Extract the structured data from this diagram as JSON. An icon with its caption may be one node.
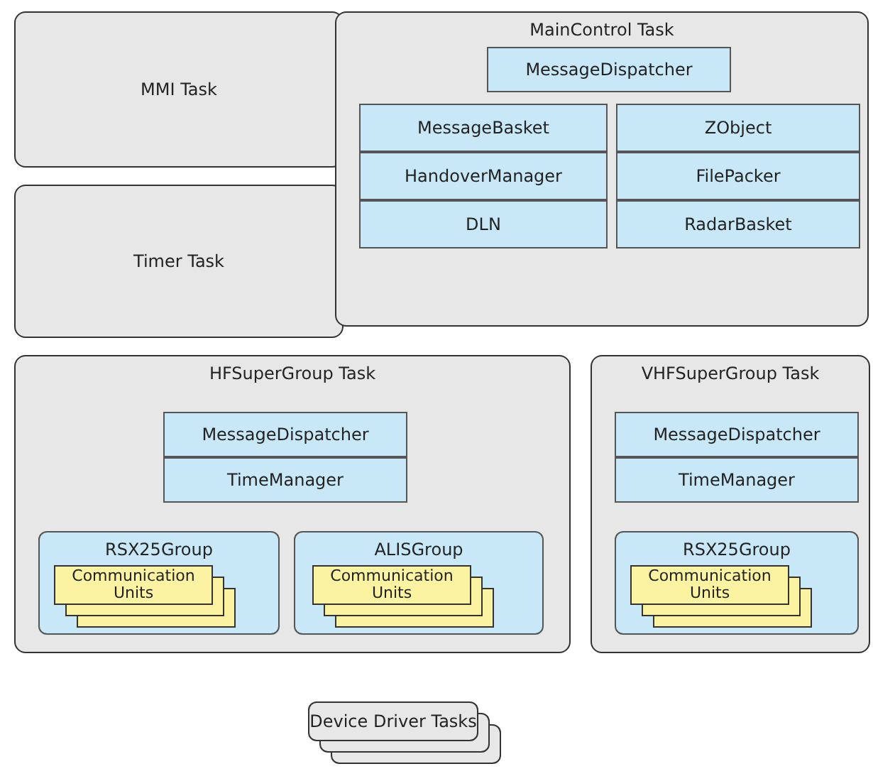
{
  "diagram": {
    "nodes": [
      {
        "text": [
          "MMI Task"
        ]
      },
      {
        "text": [
          "Timer Task"
        ]
      },
      {
        "text": [
          "MainControl Task"
        ]
      },
      {
        "text": [
          "MessageDispatcher"
        ],
        "in": 2
      },
      {
        "text": [
          "MessageBasket"
        ],
        "in": 2
      },
      {
        "text": [
          "HandoverManager"
        ],
        "in": 2
      },
      {
        "text": [
          "DLN"
        ],
        "in": 2
      },
      {
        "text": [
          "ZObject"
        ],
        "in": 2
      },
      {
        "text": [
          "FilePacker"
        ],
        "in": 2
      },
      {
        "text": [
          "RadarBasket"
        ],
        "in": 2
      },
      {
        "text": [
          "HFSuperGroup Task"
        ]
      },
      {
        "text": [
          "MessageDispatcher"
        ],
        "in": 10
      },
      {
        "text": [
          "TimeManager"
        ],
        "in": 10
      },
      {
        "text": [
          "RSX25Group"
        ],
        "in": 10
      },
      {
        "text": [
          "Communication Units"
        ],
        "in": 13
      },
      {
        "text": [
          "ALISGroup"
        ],
        "in": 10
      },
      {
        "text": [
          "Communication Units"
        ],
        "in": 15
      },
      {
        "text": [
          "VHFSuperGroup Task"
        ]
      },
      {
        "text": [
          "MessageDispatcher"
        ],
        "in": 17
      },
      {
        "text": [
          "TimeManager"
        ],
        "in": 17
      },
      {
        "text": [
          "RSX25Group"
        ],
        "in": 17
      },
      {
        "text": [
          "Communication Units"
        ],
        "in": 20
      },
      {
        "text": [
          "Device Driver Tasks"
        ]
      }
    ],
    "edges": []
  }
}
